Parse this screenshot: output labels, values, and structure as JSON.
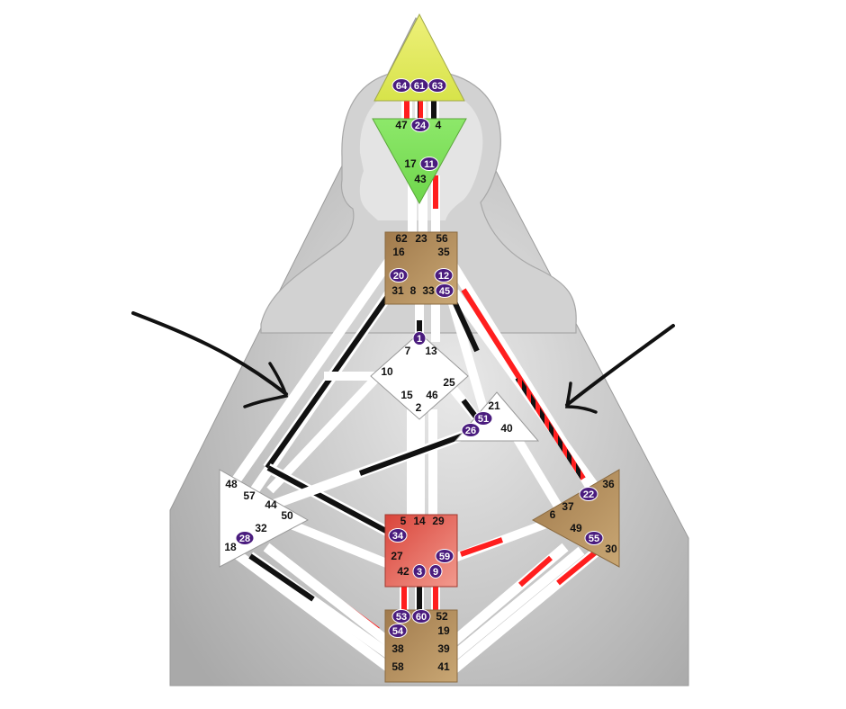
{
  "colors": {
    "background": "#ffffff",
    "body_gray": "#bdbdbd",
    "head_silhouette": "#cfcfcf",
    "head_center": "#e6e6e6",
    "head_center_fill": "#dfe86a",
    "ajna_center_fill": "#7ee25a",
    "g_center_fill": "#ffffff",
    "defined_motor_red": "#e05a4a",
    "defined_brown": "#b08a5a",
    "channel_white": "#ffffff",
    "channel_red": "#ff1e1e",
    "channel_black": "#111111",
    "activation_purple": "#4a1c7e",
    "arrow_black": "#111111"
  },
  "centers": [
    {
      "name": "head",
      "gates": [
        "64",
        "61",
        "63"
      ],
      "activated": [
        "64",
        "61",
        "63"
      ]
    },
    {
      "name": "ajna",
      "gates": [
        "47",
        "24",
        "4",
        "17",
        "11",
        "43"
      ],
      "activated": [
        "24",
        "11"
      ]
    },
    {
      "name": "throat",
      "gates": [
        "62",
        "23",
        "56",
        "16",
        "35",
        "20",
        "12",
        "31",
        "8",
        "33",
        "45"
      ],
      "activated": [
        "20",
        "12",
        "45"
      ]
    },
    {
      "name": "g",
      "gates": [
        "1",
        "7",
        "13",
        "10",
        "15",
        "46",
        "2",
        "25"
      ],
      "activated": [
        "1"
      ]
    },
    {
      "name": "heart",
      "gates": [
        "21",
        "51",
        "26",
        "40"
      ],
      "activated": [
        "51",
        "26"
      ]
    },
    {
      "name": "spleen",
      "gates": [
        "48",
        "57",
        "44",
        "50",
        "32",
        "28",
        "18"
      ],
      "activated": [
        "28"
      ]
    },
    {
      "name": "sacral",
      "gates": [
        "5",
        "14",
        "29",
        "34",
        "27",
        "59",
        "42",
        "3",
        "9"
      ],
      "activated": [
        "34",
        "59",
        "3",
        "9"
      ]
    },
    {
      "name": "solar-plexus",
      "gates": [
        "36",
        "22",
        "37",
        "6",
        "49",
        "55",
        "30"
      ],
      "activated": [
        "22",
        "55"
      ]
    },
    {
      "name": "root",
      "gates": [
        "53",
        "60",
        "52",
        "54",
        "19",
        "38",
        "39",
        "58",
        "41"
      ],
      "activated": [
        "53",
        "60",
        "54"
      ]
    }
  ],
  "annotations": [
    {
      "name": "left-arrow",
      "points_to": "spleen-to-throat channels"
    },
    {
      "name": "right-arrow",
      "points_to": "solar-plexus-to-throat channels"
    }
  ]
}
